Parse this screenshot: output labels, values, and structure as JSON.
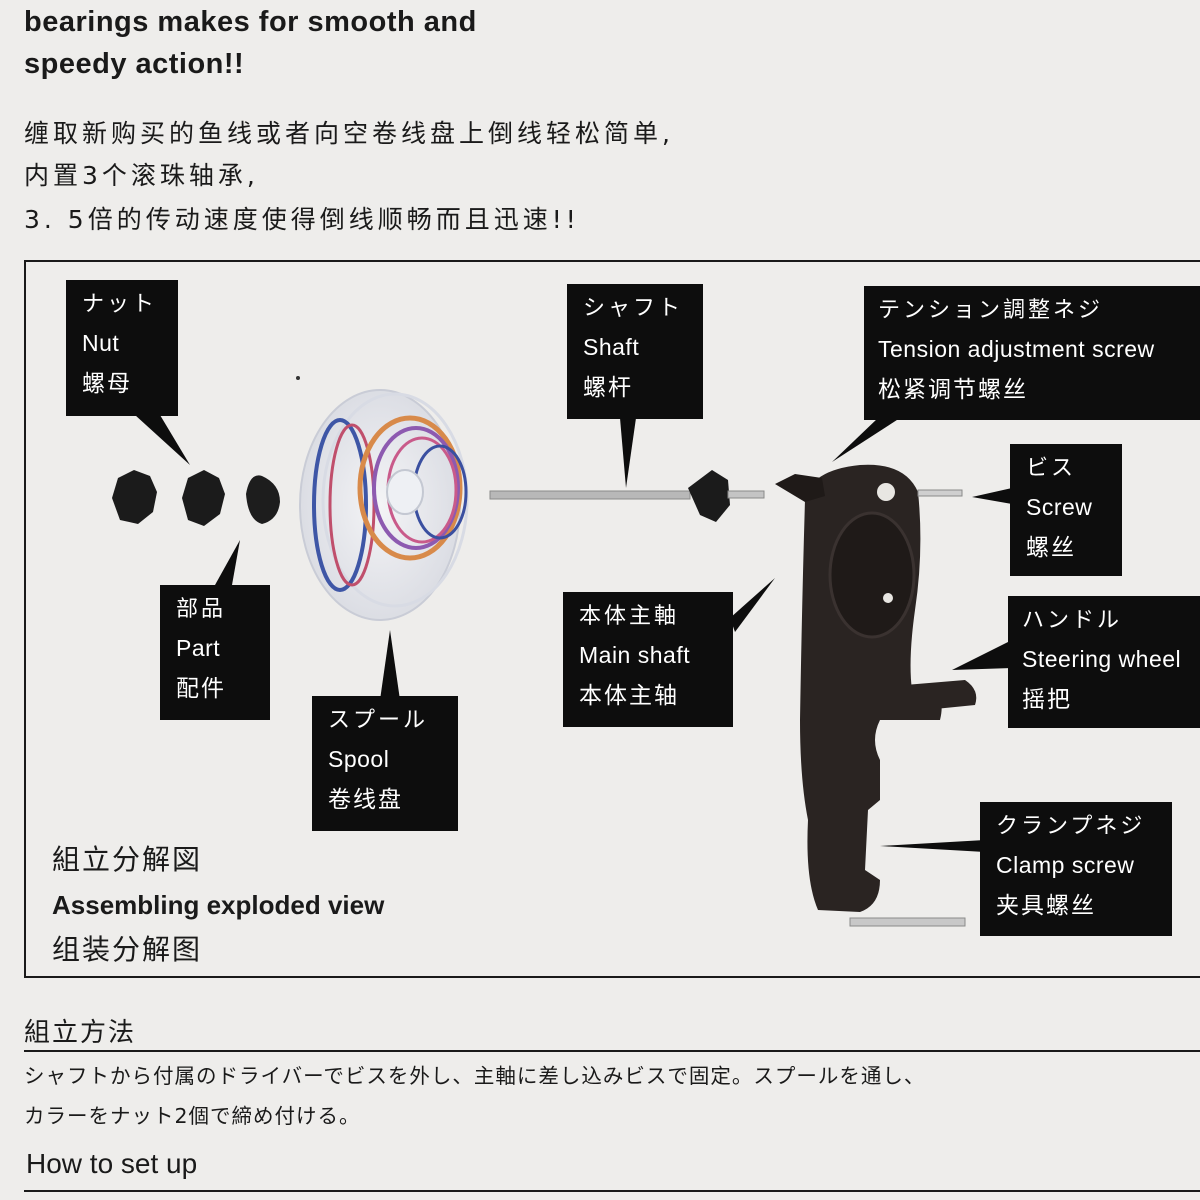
{
  "intro": {
    "en_line1": "bearings makes for smooth and",
    "en_line2": "speedy action!!",
    "cn_line1": "缠取新购买的鱼线或者向空卷线盘上倒线轻松简单,",
    "cn_line2": "内置3个滚珠轴承,",
    "cn_line3": "3. 5倍的传动速度使得倒线顺畅而且迅速!!"
  },
  "labels": {
    "nut": {
      "jp": "ナット",
      "en": "Nut",
      "cn": "螺母"
    },
    "part": {
      "jp": "部品",
      "en": "Part",
      "cn": "配件"
    },
    "spool": {
      "jp": "スプール",
      "en": "Spool",
      "cn": "卷线盘"
    },
    "shaft": {
      "jp": "シャフト",
      "en": "Shaft",
      "cn": "螺杆"
    },
    "main_shaft": {
      "jp": "本体主軸",
      "en": "Main shaft",
      "cn": "本体主轴"
    },
    "tension": {
      "jp": "テンション調整ネジ",
      "en": "Tension adjustment screw",
      "cn": "松紧调节螺丝"
    },
    "screw": {
      "jp": "ビス",
      "en": "Screw",
      "cn": "螺丝"
    },
    "handle": {
      "jp": "ハンドル",
      "en": "Steering wheel",
      "cn": "摇把"
    },
    "clamp": {
      "jp": "クランプネジ",
      "en": "Clamp screw",
      "cn": "夹具螺丝"
    }
  },
  "caption": {
    "jp": "組立分解図",
    "en": "Assembling exploded view",
    "cn": "组装分解图"
  },
  "assembly": {
    "heading": "組立方法",
    "text_line1": "シャフトから付属のドライバーでビスを外し、主軸に差し込みビスで固定。スプールを通し、",
    "text_line2": "カラーをナット2個で締め付ける。"
  },
  "howto": {
    "heading": "How to set up"
  }
}
